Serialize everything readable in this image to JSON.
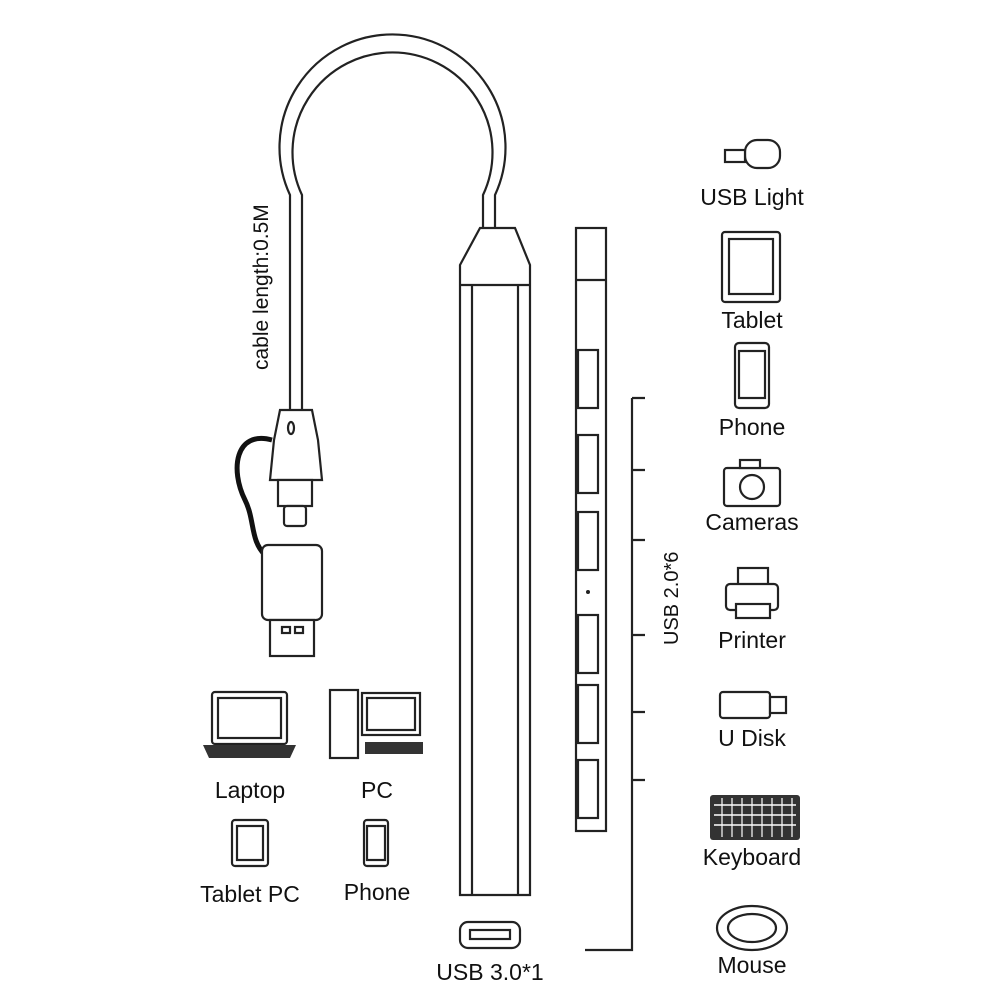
{
  "cable_label": "cable length:0.5M",
  "port_labels": {
    "usb2": "USB 2.0*6",
    "usb3": "USB 3.0*1"
  },
  "compatible_devices": [
    "USB Light",
    "Tablet",
    "Phone",
    "Cameras",
    "Printer",
    "U Disk",
    "Keyboard",
    "Mouse"
  ],
  "host_devices": [
    "Laptop",
    "PC",
    "Tablet PC",
    "Phone"
  ]
}
